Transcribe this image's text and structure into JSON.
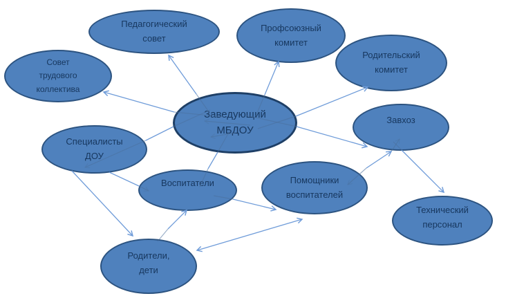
{
  "diagram": {
    "type": "org-chart",
    "title": "",
    "nodes": [
      {
        "id": "pedsovet",
        "label": "Педагогический совет"
      },
      {
        "id": "profkom",
        "label": "Профсоюзный комитет"
      },
      {
        "id": "sovet-trud",
        "label": "Совет трудового коллектива"
      },
      {
        "id": "rodkom",
        "label": "Родительский комитет"
      },
      {
        "id": "zaveduyushchiy",
        "label": "Заведующий МБДОУ"
      },
      {
        "id": "zavhoz",
        "label": "Завхоз"
      },
      {
        "id": "specialisty",
        "label": "Специалисты ДОУ"
      },
      {
        "id": "vospitateli",
        "label": "Воспитатели"
      },
      {
        "id": "pomoshchniki",
        "label": "Помощники воспитателей"
      },
      {
        "id": "tehpersonal",
        "label": "Технический персонал"
      },
      {
        "id": "roditeli",
        "label": "Родители, дети"
      }
    ],
    "edges": [
      {
        "from": "zaveduyushchiy",
        "to": "pedsovet",
        "arrow": "forward"
      },
      {
        "from": "zaveduyushchiy",
        "to": "profkom",
        "arrow": "forward"
      },
      {
        "from": "zaveduyushchiy",
        "to": "sovet-trud",
        "arrow": "forward"
      },
      {
        "from": "zaveduyushchiy",
        "to": "rodkom",
        "arrow": "forward"
      },
      {
        "from": "zaveduyushchiy",
        "to": "zavhoz",
        "arrow": "forward"
      },
      {
        "from": "zaveduyushchiy",
        "to": "specialisty",
        "arrow": "forward"
      },
      {
        "from": "zaveduyushchiy",
        "to": "vospitateli",
        "arrow": "forward"
      },
      {
        "from": "pomoshchniki",
        "to": "zavhoz",
        "arrow": "both"
      },
      {
        "from": "zavhoz",
        "to": "tehpersonal",
        "arrow": "forward"
      },
      {
        "from": "specialisty",
        "to": "roditeli",
        "arrow": "forward"
      },
      {
        "from": "specialisty",
        "to": "vospitateli",
        "arrow": "forward"
      },
      {
        "from": "roditeli",
        "to": "vospitateli",
        "arrow": "forward"
      },
      {
        "from": "vospitateli",
        "to": "pomoshchniki",
        "arrow": "forward"
      },
      {
        "from": "roditeli",
        "to": "pomoshchniki",
        "arrow": "both"
      }
    ],
    "colors": {
      "node_fill": "#4f81bd",
      "node_border": "#2c5380",
      "center_node_border": "#1e3f66",
      "text": "#17375e",
      "connector": "#6f9cd9"
    }
  }
}
